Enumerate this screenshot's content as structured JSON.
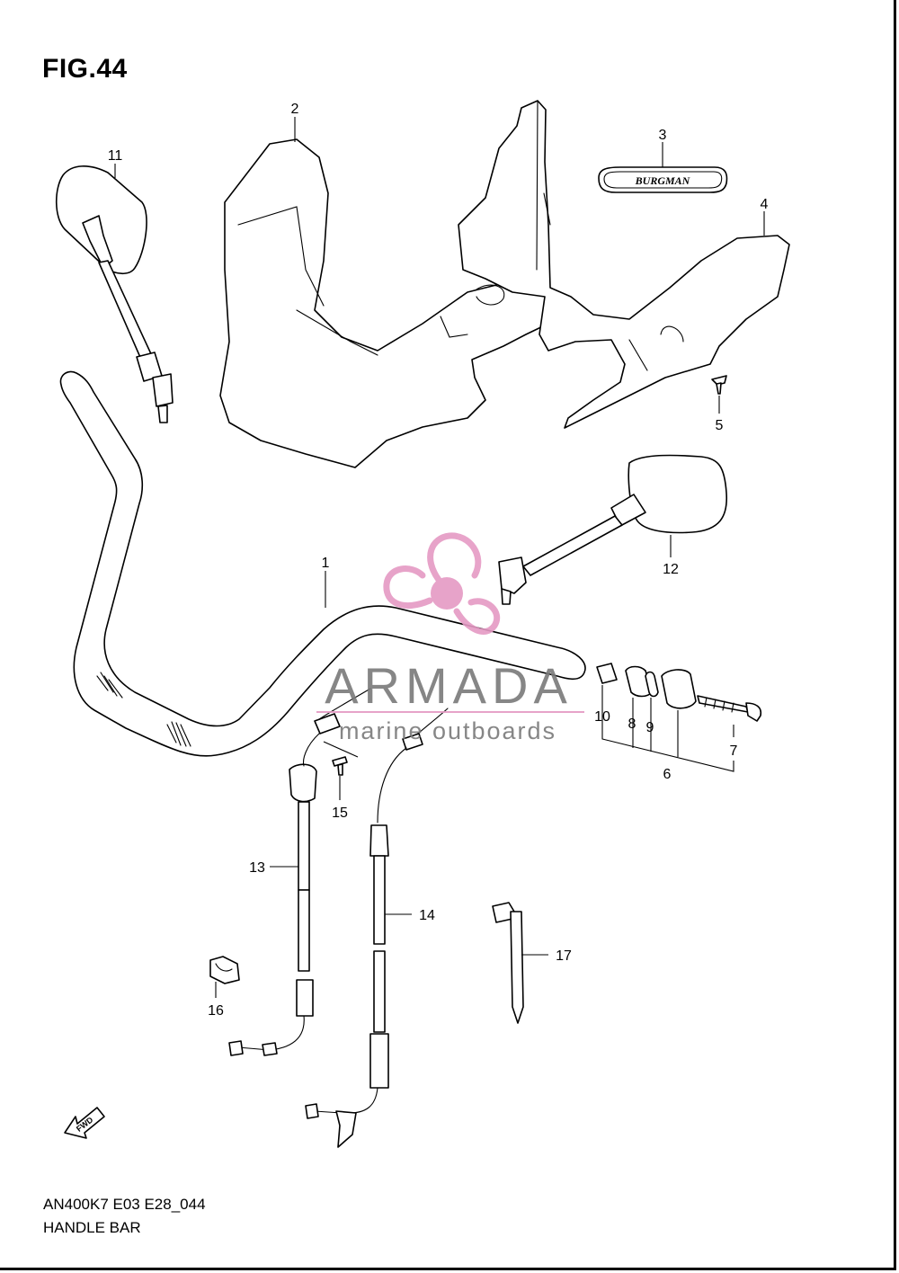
{
  "figure": {
    "title": "FIG.44",
    "model_code": "AN400K7 E03 E28_044",
    "section_name": "HANDLE BAR"
  },
  "emblem_text": "BURGMAN",
  "watermark": {
    "brand": "ARMADA",
    "tagline": "marine outboards",
    "colors": {
      "brand": "#7a7a7a",
      "propeller": "#e59ac4"
    }
  },
  "fwd_label": "FWD",
  "callouts": {
    "c1": "1",
    "c2": "2",
    "c3": "3",
    "c4": "4",
    "c5": "5",
    "c6": "6",
    "c7": "7",
    "c8": "8",
    "c9": "9",
    "c10": "10",
    "c11": "11",
    "c12": "12",
    "c13": "13",
    "c14": "14",
    "c15": "15",
    "c16": "16",
    "c17": "17"
  }
}
